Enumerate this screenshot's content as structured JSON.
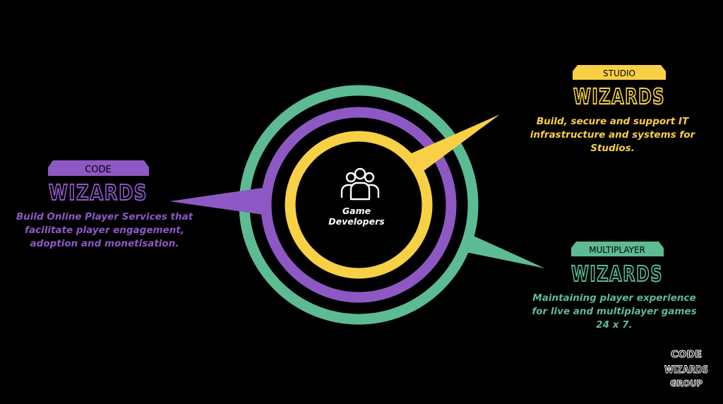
{
  "colors": {
    "background": "#000000",
    "code": "#8e58c4",
    "studio": "#f7d046",
    "multiplayer": "#5dbb93",
    "text_light": "#ffffff"
  },
  "center": {
    "icon": "people-group-icon",
    "line1": "Game",
    "line2": "Developers"
  },
  "brands": {
    "code": {
      "tag": "CODE",
      "logo": "WIZARDS",
      "description": "Build Online Player Services that facilitate player engagement, adoption and monetisation.",
      "lines": [
        "Build Online Player Services that",
        "facilitate player engagement,",
        "adoption and monetisation."
      ]
    },
    "studio": {
      "tag": "STUDIO",
      "logo": "WIZARDS",
      "lines": [
        "Build, secure and support IT",
        "infrastructure and systems for",
        "Studios."
      ]
    },
    "multiplayer": {
      "tag": "MULTIPLAYER",
      "logo": "WIZARDS",
      "lines": [
        "Maintaining player experience",
        "for live and multiplayer games",
        "24 x 7."
      ]
    }
  },
  "group_logo": {
    "line1": "CODE",
    "line2": "WIZARDS",
    "line3": "GROUP"
  }
}
